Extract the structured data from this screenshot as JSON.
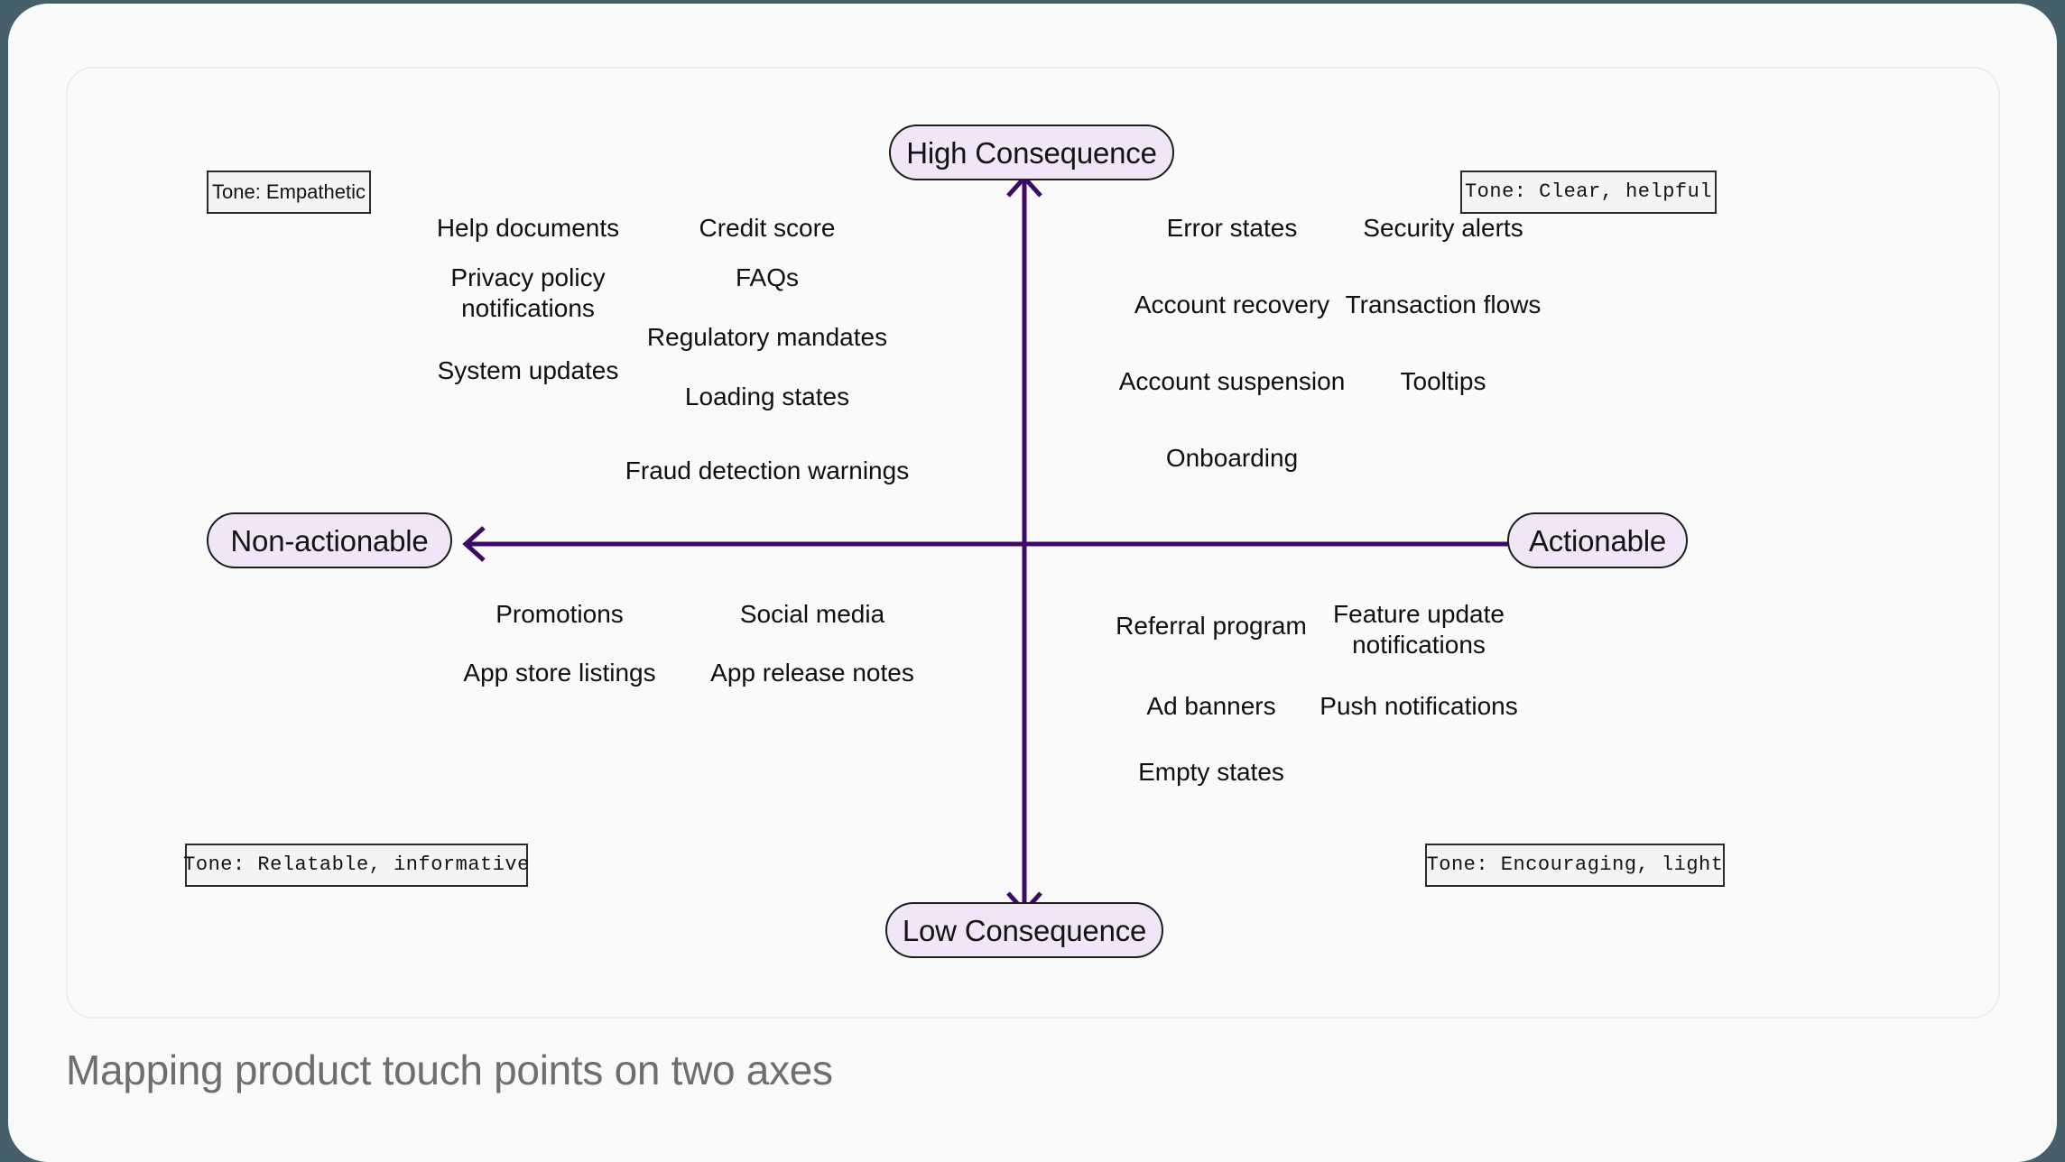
{
  "caption": "Mapping product touch points on two axes",
  "axis_labels": {
    "top": "High Consequence",
    "bottom": "Low Consequence",
    "left": "Non-actionable",
    "right": "Actionable"
  },
  "colors": {
    "axis": "#3d0a6b",
    "pill_fill": "#f0e6f7",
    "pill_border": "#1c1c1c",
    "tone_fill": "#f4f4f4",
    "canvas": "#fafafa",
    "page_background": "#46606b",
    "caption_text": "#6e6e6e"
  },
  "tones": {
    "top_left": "Tone: Empathetic",
    "top_right": "Tone: Clear, helpful",
    "bottom_left": "Tone: Relatable, informative",
    "bottom_right": "Tone: Encouraging, light"
  },
  "quadrants": {
    "high_non_actionable": [
      "Help documents",
      "Credit score",
      "Privacy policy notifications",
      "FAQs",
      "Regulatory mandates",
      "System updates",
      "Loading states",
      "Fraud detection warnings"
    ],
    "high_actionable": [
      "Error states",
      "Security alerts",
      "Account recovery",
      "Transaction flows",
      "Account suspension",
      "Tooltips",
      "Onboarding"
    ],
    "low_non_actionable": [
      "Promotions",
      "Social media",
      "App store listings",
      "App release notes"
    ],
    "low_actionable": [
      "Referral program",
      "Feature update notifications",
      "Ad banners",
      "Push notifications",
      "Empty states"
    ]
  },
  "items": {
    "q1": {
      "help_documents": "Help documents",
      "credit_score": "Credit score",
      "privacy_policy": "Privacy policy notifications",
      "faqs": "FAQs",
      "regulatory": "Regulatory mandates",
      "system_updates": "System updates",
      "loading_states": "Loading states",
      "fraud_detection": "Fraud detection warnings"
    },
    "q2": {
      "error_states": "Error states",
      "security_alerts": "Security alerts",
      "account_recovery": "Account recovery",
      "transaction_flows": "Transaction flows",
      "account_suspension": "Account suspension",
      "tooltips": "Tooltips",
      "onboarding": "Onboarding"
    },
    "q3": {
      "promotions": "Promotions",
      "social_media": "Social media",
      "app_store": "App store listings",
      "release_notes": "App release notes"
    },
    "q4": {
      "referral": "Referral program",
      "feature_update": "Feature update notifications",
      "ad_banners": "Ad banners",
      "push_notifications": "Push notifications",
      "empty_states": "Empty states"
    }
  },
  "chart_data": {
    "type": "scatter",
    "title": "Mapping product touch points on two axes",
    "xlabel": "Non-actionable ↔ Actionable",
    "ylabel": "Low Consequence ↔ High Consequence",
    "grid": false,
    "legend": "none",
    "axis_endpoints": {
      "x_negative": "Non-actionable",
      "x_positive": "Actionable",
      "y_negative": "Low Consequence",
      "y_positive": "High Consequence"
    },
    "quadrant_tones": {
      "upper_left": "Tone: Empathetic",
      "upper_right": "Tone: Clear, helpful",
      "lower_left": "Tone: Relatable, informative",
      "lower_right": "Tone: Encouraging, light"
    },
    "points": [
      {
        "label": "Help documents",
        "quadrant": "upper-left",
        "x": -0.52,
        "y": 0.72
      },
      {
        "label": "Credit score",
        "quadrant": "upper-left",
        "x": -0.24,
        "y": 0.72
      },
      {
        "label": "Privacy policy notifications",
        "quadrant": "upper-left",
        "x": -0.52,
        "y": 0.55
      },
      {
        "label": "FAQs",
        "quadrant": "upper-left",
        "x": -0.24,
        "y": 0.55
      },
      {
        "label": "Regulatory mandates",
        "quadrant": "upper-left",
        "x": -0.24,
        "y": 0.41
      },
      {
        "label": "System updates",
        "quadrant": "upper-left",
        "x": -0.52,
        "y": 0.34
      },
      {
        "label": "Loading states",
        "quadrant": "upper-left",
        "x": -0.24,
        "y": 0.27
      },
      {
        "label": "Fraud detection warnings",
        "quadrant": "upper-left",
        "x": -0.24,
        "y": 0.11
      },
      {
        "label": "Error states",
        "quadrant": "upper-right",
        "x": 0.25,
        "y": 0.72
      },
      {
        "label": "Security alerts",
        "quadrant": "upper-right",
        "x": 0.53,
        "y": 0.72
      },
      {
        "label": "Account recovery",
        "quadrant": "upper-right",
        "x": 0.25,
        "y": 0.55
      },
      {
        "label": "Transaction flows",
        "quadrant": "upper-right",
        "x": 0.53,
        "y": 0.55
      },
      {
        "label": "Account suspension",
        "quadrant": "upper-right",
        "x": 0.25,
        "y": 0.36
      },
      {
        "label": "Tooltips",
        "quadrant": "upper-right",
        "x": 0.53,
        "y": 0.36
      },
      {
        "label": "Onboarding",
        "quadrant": "upper-right",
        "x": 0.25,
        "y": 0.14
      },
      {
        "label": "Promotions",
        "quadrant": "lower-left",
        "x": -0.49,
        "y": -0.17
      },
      {
        "label": "Social media",
        "quadrant": "lower-left",
        "x": -0.2,
        "y": -0.17
      },
      {
        "label": "App store listings",
        "quadrant": "lower-left",
        "x": -0.49,
        "y": -0.33
      },
      {
        "label": "App release notes",
        "quadrant": "lower-left",
        "x": -0.2,
        "y": -0.33
      },
      {
        "label": "Referral program",
        "quadrant": "lower-right",
        "x": 0.21,
        "y": -0.2
      },
      {
        "label": "Feature update notifications",
        "quadrant": "lower-right",
        "x": 0.5,
        "y": -0.17
      },
      {
        "label": "Ad banners",
        "quadrant": "lower-right",
        "x": 0.21,
        "y": -0.41
      },
      {
        "label": "Push notifications",
        "quadrant": "lower-right",
        "x": 0.5,
        "y": -0.41
      },
      {
        "label": "Empty states",
        "quadrant": "lower-right",
        "x": 0.21,
        "y": -0.6
      }
    ]
  }
}
